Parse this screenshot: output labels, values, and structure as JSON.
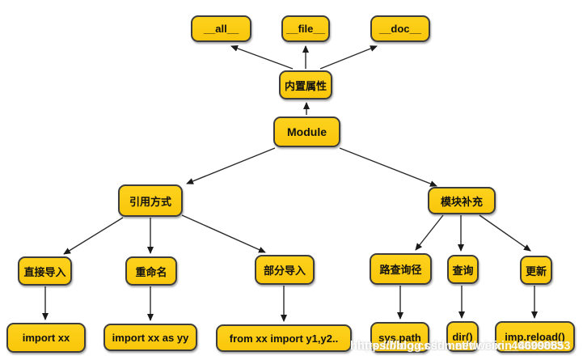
{
  "nodes": {
    "all": {
      "label": "__all__"
    },
    "file": {
      "label": "__file__"
    },
    "doc": {
      "label": "__doc__"
    },
    "builtin_attrs": {
      "label": "内置属性"
    },
    "module": {
      "label": "Module"
    },
    "reference_methods": {
      "label": "引用方式"
    },
    "module_supplement": {
      "label": "模块补充"
    },
    "direct_import": {
      "label": "直接导入"
    },
    "rename": {
      "label": "重命名"
    },
    "partial_import": {
      "label": "部分导入"
    },
    "search_path": {
      "label": "路查询径"
    },
    "query": {
      "label": "查询"
    },
    "update": {
      "label": "更新"
    },
    "import_xx": {
      "label": "import xx"
    },
    "import_xx_as_yy": {
      "label": "import xx as yy"
    },
    "from_xx_import": {
      "label": "from xx import y1,y2.."
    },
    "sys_path": {
      "label": "sys.path"
    },
    "dir": {
      "label": "dir()"
    },
    "imp_reload": {
      "label": "imp.reload()"
    }
  },
  "edges": [
    {
      "from": "builtin_attrs",
      "to": "all"
    },
    {
      "from": "builtin_attrs",
      "to": "file"
    },
    {
      "from": "builtin_attrs",
      "to": "doc"
    },
    {
      "from": "module",
      "to": "builtin_attrs"
    },
    {
      "from": "module",
      "to": "reference_methods"
    },
    {
      "from": "module",
      "to": "module_supplement"
    },
    {
      "from": "reference_methods",
      "to": "direct_import"
    },
    {
      "from": "reference_methods",
      "to": "rename"
    },
    {
      "from": "reference_methods",
      "to": "partial_import"
    },
    {
      "from": "direct_import",
      "to": "import_xx"
    },
    {
      "from": "rename",
      "to": "import_xx_as_yy"
    },
    {
      "from": "partial_import",
      "to": "from_xx_import"
    },
    {
      "from": "module_supplement",
      "to": "search_path"
    },
    {
      "from": "module_supplement",
      "to": "query"
    },
    {
      "from": "module_supplement",
      "to": "update"
    },
    {
      "from": "search_path",
      "to": "sys_path"
    },
    {
      "from": "query",
      "to": "dir"
    },
    {
      "from": "update",
      "to": "imp_reload"
    }
  ],
  "watermark": {
    "text": "https://blog.csdn.net/weixin_46090853"
  },
  "colors": {
    "node_fill": "#FBC70A",
    "node_fill_top": "#FDD21D",
    "node_border": "#3D3D3D",
    "arrow": "#2B2B2B",
    "background": "#FFFFFF",
    "watermark": "#FFFFFF"
  }
}
